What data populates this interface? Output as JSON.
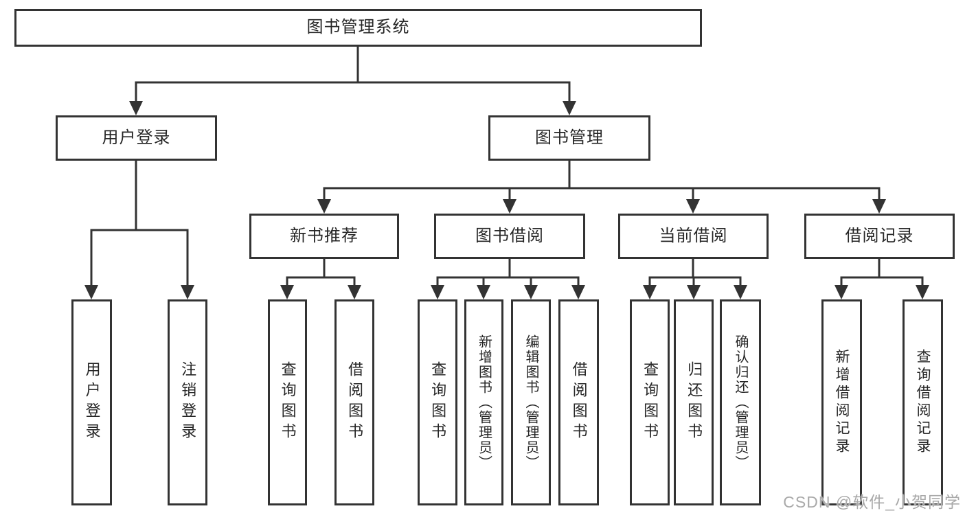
{
  "diagram": {
    "root": {
      "label": "图书管理系统"
    },
    "level2": [
      {
        "label": "用户登录"
      },
      {
        "label": "图书管理"
      }
    ],
    "level3": [
      {
        "label": "新书推荐",
        "parent": "图书管理"
      },
      {
        "label": "图书借阅",
        "parent": "图书管理"
      },
      {
        "label": "当前借阅",
        "parent": "图书管理"
      },
      {
        "label": "借阅记录",
        "parent": "图书管理"
      }
    ],
    "leaves": [
      {
        "label": "用户登录",
        "parent": "用户登录"
      },
      {
        "label": "注销登录",
        "parent": "用户登录"
      },
      {
        "label": "查询图书",
        "parent": "新书推荐"
      },
      {
        "label": "借阅图书",
        "parent": "新书推荐"
      },
      {
        "label": "查询图书",
        "parent": "图书借阅"
      },
      {
        "label": "新增图书（管理员）",
        "parent": "图书借阅"
      },
      {
        "label": "编辑图书（管理员）",
        "parent": "图书借阅"
      },
      {
        "label": "借阅图书",
        "parent": "图书借阅"
      },
      {
        "label": "查询图书",
        "parent": "当前借阅"
      },
      {
        "label": "归还图书",
        "parent": "当前借阅"
      },
      {
        "label": "确认归还（管理员）",
        "parent": "当前借阅"
      },
      {
        "label": "新增借阅记录",
        "parent": "借阅记录"
      },
      {
        "label": "查询借阅记录",
        "parent": "借阅记录"
      }
    ],
    "watermark": "CSDN @软件_小贺同学",
    "colors": {
      "line": "#333333",
      "text": "#262626",
      "background": "#ffffff",
      "watermark": "#a9a9a9"
    }
  }
}
